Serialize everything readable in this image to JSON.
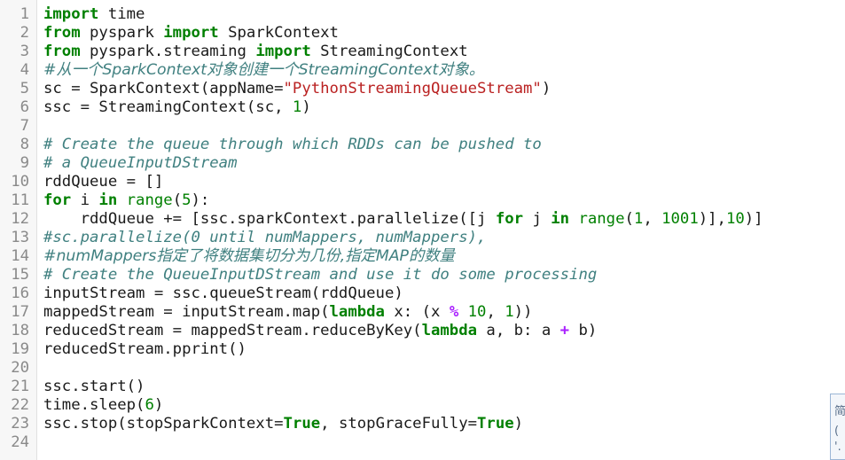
{
  "editor": {
    "lines": [
      {
        "n": "1",
        "t": [
          [
            "kw",
            "import"
          ],
          [
            "",
            ""
          ],
          [
            "",
            "time"
          ]
        ]
      },
      {
        "n": "2",
        "t": [
          [
            "kw",
            "from"
          ],
          [
            "",
            "pyspark "
          ],
          [
            "kw",
            "import"
          ],
          [
            "",
            "SparkContext"
          ]
        ]
      },
      {
        "n": "3",
        "t": [
          [
            "kw",
            "from"
          ],
          [
            "",
            "pyspark.streaming "
          ],
          [
            "kw",
            "import"
          ],
          [
            "",
            "StreamingContext"
          ]
        ]
      },
      {
        "n": "4",
        "t": [
          [
            "cmcn",
            "#从一个SparkContext对象创建一个StreamingContext对象。"
          ]
        ]
      },
      {
        "n": "5",
        "t": [
          [
            "",
            "sc = SparkContext(appName="
          ],
          [
            "str",
            "\"PythonStreamingQueueStream\""
          ],
          [
            "",
            ")"
          ]
        ]
      },
      {
        "n": "6",
        "t": [
          [
            "",
            "ssc = StreamingContext(sc, "
          ],
          [
            "num",
            "1"
          ],
          [
            "",
            ")"
          ]
        ]
      },
      {
        "n": "7",
        "t": []
      },
      {
        "n": "8",
        "t": [
          [
            "cm",
            "# Create the queue through which RDDs can be pushed to"
          ]
        ]
      },
      {
        "n": "9",
        "t": [
          [
            "cm",
            "# a QueueInputDStream"
          ]
        ]
      },
      {
        "n": "10",
        "t": [
          [
            "",
            "rddQueue = []"
          ]
        ]
      },
      {
        "n": "11",
        "t": [
          [
            "kw",
            "for"
          ],
          [
            "",
            ""
          ],
          [
            "",
            "i "
          ],
          [
            "kw",
            "in"
          ],
          [
            "",
            ""
          ],
          [
            "bi",
            "range"
          ],
          [
            "",
            "("
          ],
          [
            "num",
            "5"
          ],
          [
            "",
            "):"
          ]
        ]
      },
      {
        "n": "12",
        "t": [
          [
            "",
            "    rddQueue += [ssc.sparkContext.parallelize([j "
          ],
          [
            "kw",
            "for"
          ],
          [
            "",
            ""
          ],
          [
            "",
            "j "
          ],
          [
            "kw",
            "in"
          ],
          [
            "",
            ""
          ],
          [
            "bi",
            "range"
          ],
          [
            "",
            "("
          ],
          [
            "num",
            "1"
          ],
          [
            "",
            ", "
          ],
          [
            "num",
            "1001"
          ],
          [
            "",
            ")],"
          ],
          [
            "num",
            "10"
          ],
          [
            "",
            ")]"
          ]
        ]
      },
      {
        "n": "13",
        "t": [
          [
            "cm",
            "#sc.parallelize(0 until numMappers, numMappers),"
          ]
        ]
      },
      {
        "n": "14",
        "t": [
          [
            "cmcn",
            "#numMappers指定了将数据集切分为几份,指定MAP的数量"
          ]
        ]
      },
      {
        "n": "15",
        "t": [
          [
            "cm",
            "# Create the QueueInputDStream and use it do some processing"
          ]
        ]
      },
      {
        "n": "16",
        "t": [
          [
            "",
            "inputStream = ssc.queueStream(rddQueue)"
          ]
        ]
      },
      {
        "n": "17",
        "t": [
          [
            "",
            "mappedStream = inputStream.map("
          ],
          [
            "kw",
            "lambda"
          ],
          [
            "",
            ""
          ],
          [
            "",
            "x: (x "
          ],
          [
            "op",
            "%"
          ],
          [
            "",
            ""
          ],
          [
            "num",
            "10"
          ],
          [
            "",
            ", "
          ],
          [
            "num",
            "1"
          ],
          [
            "",
            "))"
          ]
        ]
      },
      {
        "n": "18",
        "t": [
          [
            "",
            "reducedStream = mappedStream.reduceByKey("
          ],
          [
            "kw",
            "lambda"
          ],
          [
            "",
            ""
          ],
          [
            "",
            "a, b: a "
          ],
          [
            "op",
            "+"
          ],
          [
            "",
            ""
          ],
          [
            "",
            "b)"
          ]
        ]
      },
      {
        "n": "19",
        "t": [
          [
            "",
            "reducedStream.pprint()"
          ]
        ]
      },
      {
        "n": "20",
        "t": []
      },
      {
        "n": "21",
        "t": [
          [
            "",
            "ssc.start()"
          ]
        ]
      },
      {
        "n": "22",
        "t": [
          [
            "",
            "time.sleep("
          ],
          [
            "num",
            "6"
          ],
          [
            "",
            ")"
          ]
        ]
      },
      {
        "n": "23",
        "t": [
          [
            "",
            "ssc.stop(stopSparkContext="
          ],
          [
            "kw",
            "True"
          ],
          [
            "",
            ", stopGraceFully="
          ],
          [
            "kw",
            "True"
          ],
          [
            "",
            ")"
          ]
        ]
      },
      {
        "n": "24",
        "t": []
      }
    ]
  },
  "side_panel": {
    "glyphs": [
      "简",
      "(",
      "'."
    ]
  }
}
